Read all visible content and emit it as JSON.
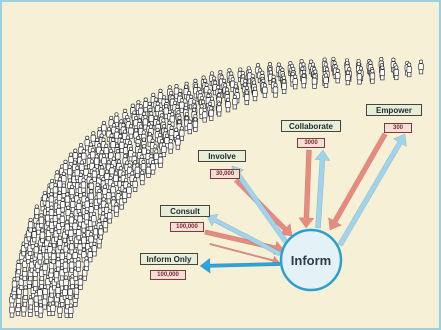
{
  "center": {
    "label": "Inform"
  },
  "levels": [
    {
      "key": "inform-only",
      "label": "Inform Only",
      "count": "100,000"
    },
    {
      "key": "consult",
      "label": "Consult",
      "count": "100,000"
    },
    {
      "key": "involve",
      "label": "Involve",
      "count": "30,000"
    },
    {
      "key": "collaborate",
      "label": "Collaborate",
      "count": "3000"
    },
    {
      "key": "empower",
      "label": "Empower",
      "count": "300"
    }
  ],
  "colors": {
    "background": "#f6f0d6",
    "frame": "#9cd0e0",
    "circle_fill": "#e4f2f8",
    "circle_stroke": "#2c9fd0",
    "arrow_red": "#e88a7d",
    "arrow_blue": "#9fd4ee",
    "arrow_strong_blue": "#29a6df",
    "label_fill": "#e8efd6",
    "count_fill": "#f4ded7"
  },
  "icons": {
    "crowd_figure": "person-icon"
  }
}
